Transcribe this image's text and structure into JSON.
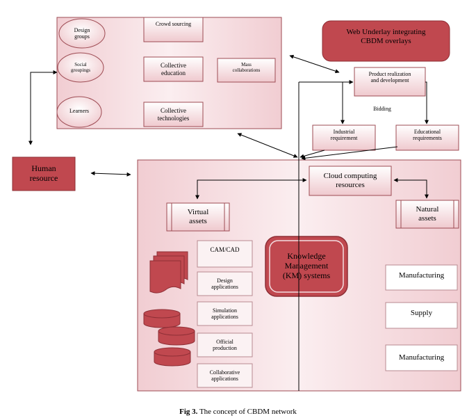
{
  "nodes": {
    "design_groups": "Design\ngroups",
    "social_groupings": "Social\ngroupings",
    "learners": "Learners",
    "crowd_sourcing": "Crowd sourcing",
    "collective_education": "Collective\neducation",
    "mass_collaborations": "Mass\ncollaborations",
    "collective_technologies": "Collective\ntechnologies",
    "web_underlay": "Web Underlay integrating\nCBDM overlays",
    "product_realization": "Product realization\nand development",
    "bidding": "Bidding",
    "industrial_requirement": "Industrial\nrequirement",
    "educational_requirements": "Educational\nrequirements",
    "human_resource": "Human\nresource",
    "cloud_computing": "Cloud computing\nresources",
    "virtual_assets": "Virtual\nassets",
    "natural_assets": "Natural\nassets",
    "km_systems": "Knowledge\nManagement\n(KM) systems",
    "cam_cad": "CAM/CAD",
    "design_applications": "Design\napplications",
    "simulation_applications": "Simulation\napplications",
    "official_production": "Official\nproduction",
    "collaborative_applications": "Collaborative\napplications",
    "manufacturing_1": "Manufacturing",
    "supply": "Supply",
    "manufacturing_2": "Manufacturing"
  },
  "caption": {
    "label": "Fig 3.",
    "text": " The concept of CBDM network"
  },
  "colors": {
    "panel_fill": "#f6e3e5",
    "box_fill": "#f3dde0",
    "dark_red": "#c0484f",
    "border": "#9d4b53"
  }
}
